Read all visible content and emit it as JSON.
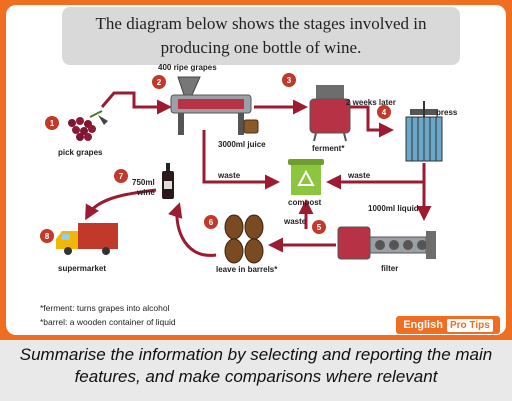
{
  "title": "The diagram below shows the stages involved in producing one bottle of wine.",
  "labels": {
    "pick_grapes": "pick grapes",
    "ripe_grapes": "400 ripe grapes",
    "juice": "3000ml juice",
    "ferment": "ferment*",
    "two_weeks": "2 weeks later",
    "press": "press",
    "compost": "compost",
    "waste_left": "waste",
    "waste_right": "waste",
    "waste_filter": "waste",
    "liquid": "1000ml liquid",
    "filter": "filter",
    "barrels": "leave in barrels*",
    "wine_1": "750ml",
    "wine_2": "wine",
    "supermarket": "supermarket"
  },
  "steps": [
    "1",
    "2",
    "3",
    "4",
    "5",
    "6",
    "7",
    "8"
  ],
  "notes": [
    "*ferment: turns grapes into alcohol",
    "*barrel: a wooden container of liquid"
  ],
  "badge": {
    "left": "English",
    "right": "Pro Tips"
  },
  "instruction": "Summarise the information by selecting and reporting the main features, and make comparisons where relevant",
  "colors": {
    "arrow": "#9b1b30",
    "badge": "#ef6e22",
    "step": "#c0392b",
    "compost": "#8cc63f"
  }
}
